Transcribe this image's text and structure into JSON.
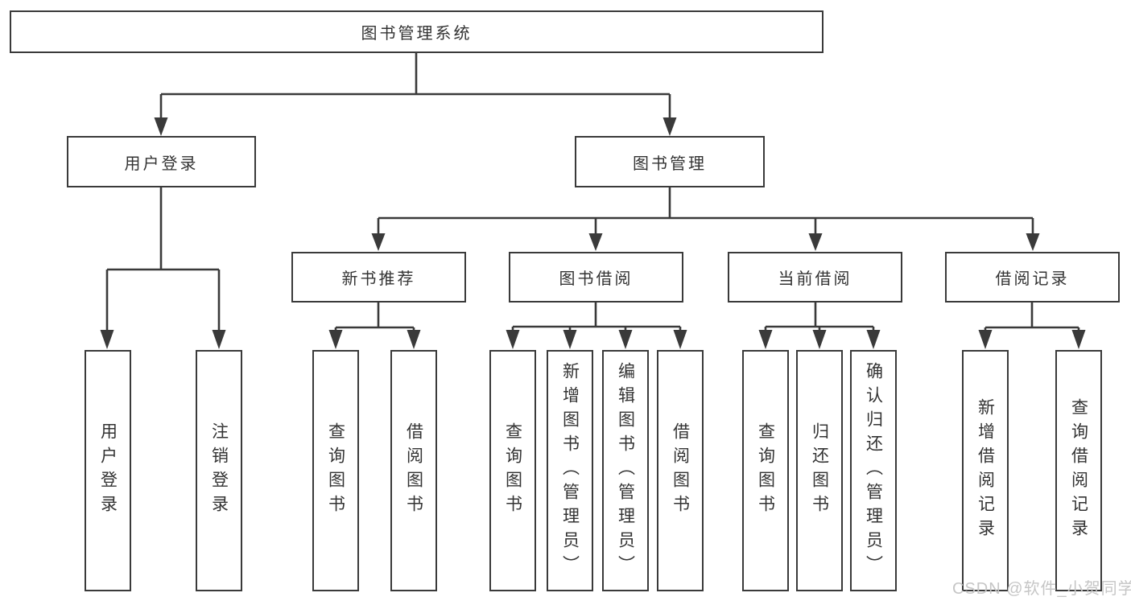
{
  "styles": {
    "line_color": "#3a3a3a",
    "box_border_color": "#3a3a3a",
    "text_color": "#333333",
    "watermark_color": "#c6c6c6",
    "bg_color": "#ffffff"
  },
  "tree": {
    "label": "图书管理系统",
    "children": [
      {
        "label": "用户登录",
        "children": [
          {
            "label": "用户登录"
          },
          {
            "label": "注销登录"
          }
        ]
      },
      {
        "label": "图书管理",
        "children": [
          {
            "label": "新书推荐",
            "children": [
              {
                "label": "查询图书"
              },
              {
                "label": "借阅图书"
              }
            ]
          },
          {
            "label": "图书借阅",
            "children": [
              {
                "label": "查询图书"
              },
              {
                "label": "新增图书（管理员）"
              },
              {
                "label": "编辑图书（管理员）"
              },
              {
                "label": "借阅图书"
              }
            ]
          },
          {
            "label": "当前借阅",
            "children": [
              {
                "label": "查询图书"
              },
              {
                "label": "归还图书"
              },
              {
                "label": "确认归还（管理员）"
              }
            ]
          },
          {
            "label": "借阅记录",
            "children": [
              {
                "label": "新增借阅记录"
              },
              {
                "label": "查询借阅记录"
              }
            ]
          }
        ]
      }
    ]
  },
  "watermark": {
    "text": "CSDN @软件_小贺同学"
  }
}
